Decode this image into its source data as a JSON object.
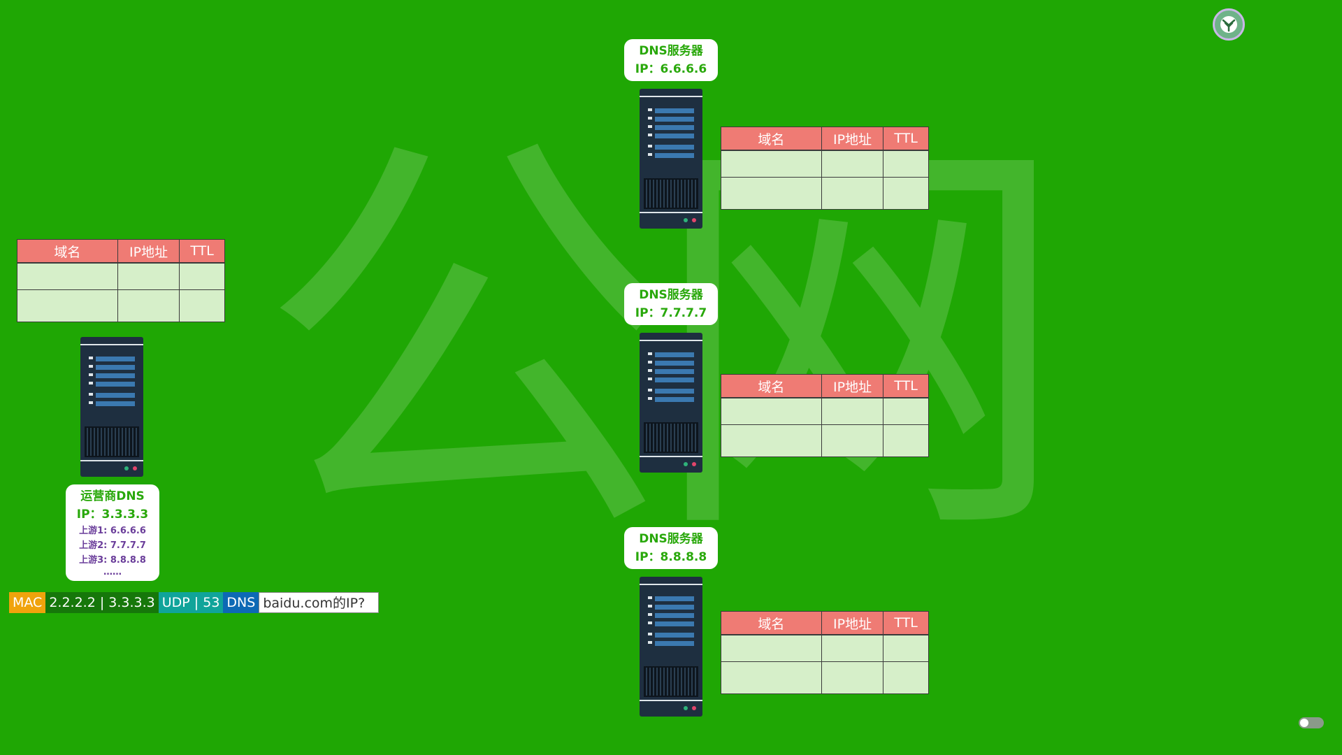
{
  "watermark": "公网",
  "tables": [
    {
      "headers": [
        "域名",
        "IP地址",
        "TTL"
      ],
      "rows": [
        [
          "",
          "",
          ""
        ],
        [
          "",
          "",
          ""
        ]
      ]
    },
    {
      "headers": [
        "域名",
        "IP地址",
        "TTL"
      ],
      "rows": [
        [
          "",
          "",
          ""
        ],
        [
          "",
          "",
          ""
        ]
      ]
    },
    {
      "headers": [
        "域名",
        "IP地址",
        "TTL"
      ],
      "rows": [
        [
          "",
          "",
          ""
        ],
        [
          "",
          "",
          ""
        ]
      ]
    },
    {
      "headers": [
        "域名",
        "IP地址",
        "TTL"
      ],
      "rows": [
        [
          "",
          "",
          ""
        ],
        [
          "",
          "",
          ""
        ]
      ]
    }
  ],
  "isp_dns": {
    "name": "运营商DNS",
    "ip": "IP：3.3.3.3",
    "upstreams": [
      "上游1: 6.6.6.6",
      "上游2: 7.7.7.7",
      "上游3: 8.8.8.8"
    ],
    "more": "……"
  },
  "servers": [
    {
      "name": "DNS服务器",
      "ip": "IP：6.6.6.6"
    },
    {
      "name": "DNS服务器",
      "ip": "IP：7.7.7.7"
    },
    {
      "name": "DNS服务器",
      "ip": "IP：8.8.8.8"
    }
  ],
  "packet": {
    "mac": "MAC",
    "ips": "2.2.2.2 | 3.3.3.3",
    "udp": "UDP | 53",
    "dns": "DNS",
    "query": "baidu.com的IP?"
  },
  "colors": {
    "background": "#1fa704",
    "table_header": "#ef7b74",
    "table_cell": "#d6efc9",
    "label_text": "#29a80b",
    "upstream_text": "#6a3d9a",
    "mac": "#f0a30c",
    "ip": "#16770a",
    "udp": "#10a49a",
    "dns": "#0d69b5"
  },
  "icons": [
    "logo-icon",
    "server-icon",
    "toggle-icon"
  ]
}
